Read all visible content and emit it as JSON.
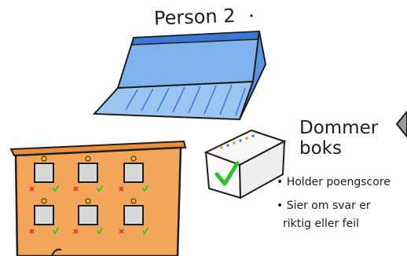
{
  "title": "Person 2",
  "judge_box": {
    "label_line1": "Dommer",
    "label_line2": "boks",
    "notes": [
      "• Holder poengscore",
      "• Sier om svar er",
      "riktig eller feil"
    ],
    "check_icon": "check-icon",
    "check_color": "#2fbf2f"
  },
  "screen": {
    "color_top": "#3f7fd6",
    "color_base": "#8fbcef"
  },
  "board": {
    "color": "#f3a55a",
    "slot_color": "#d8d8d8",
    "light_color": "#f2c200",
    "cross_color": "#e23b3b",
    "check_color": "#3fbf3f",
    "slots": 6
  }
}
